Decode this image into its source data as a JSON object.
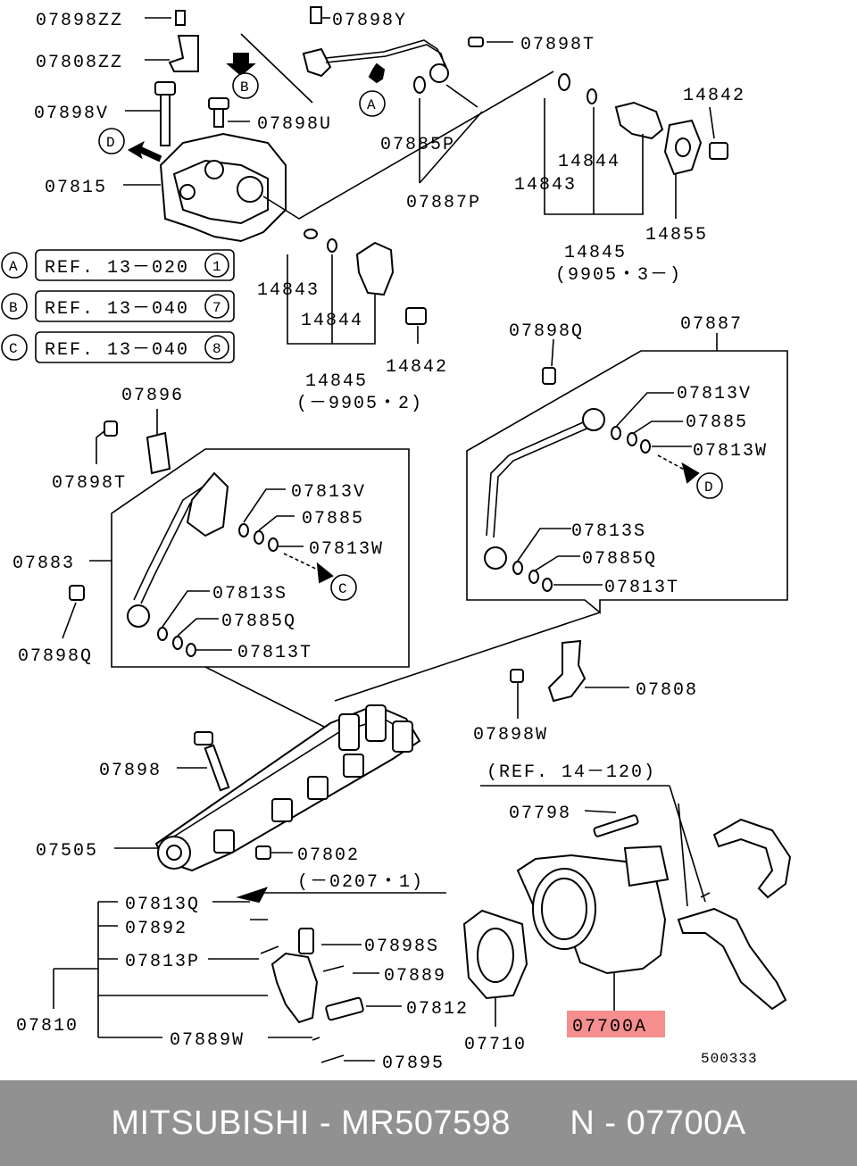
{
  "labels": {
    "p07898ZZ": "07898ZZ",
    "p07808ZZ": "07808ZZ",
    "p07898V": "07898V",
    "p07815": "07815",
    "p07898Y": "07898Y",
    "p07898U": "07898U",
    "p07898T_top": "07898T",
    "p07885P": "07885P",
    "p07887P": "07887P",
    "p14842_top": "14842",
    "p14844_top": "14844",
    "p14843_top": "14843",
    "p14845_top": "14845",
    "p14855": "14855",
    "note_9905_3": "(9905・3－)",
    "p14843_mid": "14843",
    "p14844_mid": "14844",
    "p14845_mid": "14845",
    "p14842_mid": "14842",
    "note_9905_2": "(－9905・2)",
    "p07898Q_right": "07898Q",
    "p07887": "07887",
    "p07813V_right": "07813V",
    "p07885_right": "07885",
    "p07813W_right": "07813W",
    "p07813S_right": "07813S",
    "p07885Q_right": "07885Q",
    "p07813T_right": "07813T",
    "p07896": "07896",
    "p07898T_left": "07898T",
    "p07813V_left": "07813V",
    "p07885_left": "07885",
    "p07813W_left": "07813W",
    "p07883": "07883",
    "p07898Q_left": "07898Q",
    "p07813S_left": "07813S",
    "p07885Q_left": "07885Q",
    "p07813T_left": "07813T",
    "p07808": "07808",
    "p07898W": "07898W",
    "p07898": "07898",
    "p07505": "07505",
    "p07802": "07802",
    "note_0207_1": "(－0207・1)",
    "ref_14_120": "(REF. 14－120)",
    "p07798": "07798",
    "p07813Q": "07813Q",
    "p07892": "07892",
    "p07813P": "07813P",
    "p07898S": "07898S",
    "p07889": "07889",
    "p07812": "07812",
    "p07810": "07810",
    "p07889W": "07889W",
    "p07895": "07895",
    "p07710": "07710",
    "p07700A": "07700A",
    "diagram_code": "500333"
  },
  "callouts": {
    "A": "A",
    "B": "B",
    "C": "C",
    "D": "D"
  },
  "refs": [
    {
      "letter": "A",
      "text": "REF. 13－020",
      "num": "1"
    },
    {
      "letter": "B",
      "text": "REF. 13－040",
      "num": "7"
    },
    {
      "letter": "C",
      "text": "REF. 13－040",
      "num": "8"
    }
  ],
  "highlight_color": "#f58f8f",
  "footer": {
    "text": "MITSUBISHI - MR507598      N - 07700A",
    "bg_color": "#919191"
  }
}
